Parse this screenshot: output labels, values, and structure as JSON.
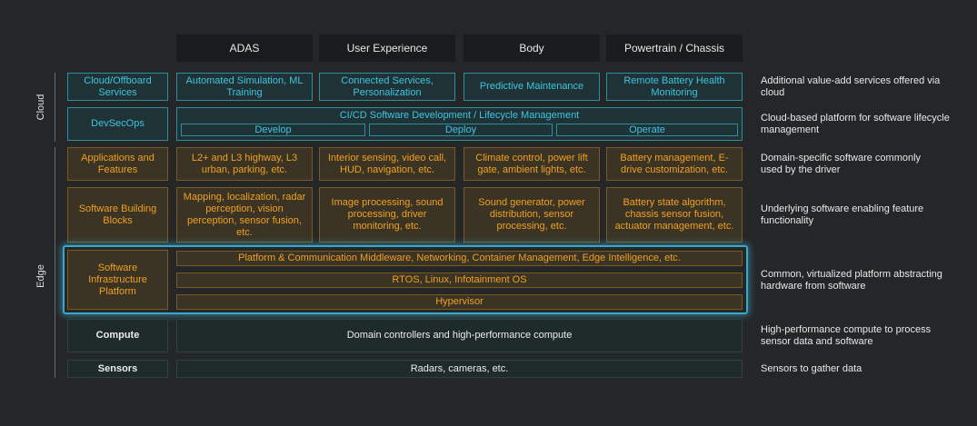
{
  "columns": [
    "ADAS",
    "User Experience",
    "Body",
    "Powertrain / Chassis"
  ],
  "side_labels": {
    "cloud": "Cloud",
    "edge": "Edge"
  },
  "rows": {
    "cloud_services": {
      "label": "Cloud/Offboard Services",
      "cells": [
        "Automated Simulation, ML Training",
        "Connected Services, Personalization",
        "Predictive Maintenance",
        "Remote Battery Health Monitoring"
      ],
      "desc": "Additional value-add services offered via cloud"
    },
    "devsecops": {
      "label": "DevSecOps",
      "main": "CI/CD Software Development / Lifecycle Management",
      "subs": [
        "Develop",
        "Deploy",
        "Operate"
      ],
      "desc": "Cloud-based platform for software lifecycle management"
    },
    "applications": {
      "label": "Applications and Features",
      "cells": [
        "L2+ and L3 highway, L3 urban, parking, etc.",
        "Interior sensing, video call, HUD, navigation, etc.",
        "Climate control, power lift gate, ambient lights, etc.",
        "Battery management, E-drive customization, etc."
      ],
      "desc": "Domain-specific software commonly used by the driver"
    },
    "building_blocks": {
      "label": "Software Building Blocks",
      "cells": [
        "Mapping, localization, radar perception, vision perception, sensor fusion, etc.",
        "Image processing, sound processing, driver monitoring, etc.",
        "Sound generator, power distribution, sensor processing, etc.",
        "Battery state algorithm, chassis sensor fusion, actuator management, etc."
      ],
      "desc": "Underlying software enabling feature functionality"
    },
    "infrastructure": {
      "label": "Software Infrastructure Platform",
      "layers": [
        "Platform & Communication Middleware, Networking, Container Management, Edge Intelligence, etc.",
        "RTOS, Linux, Infotainment OS",
        "Hypervisor"
      ],
      "desc": "Common, virtualized platform abstracting hardware from software"
    },
    "compute": {
      "label": "Compute",
      "main": "Domain controllers and high-performance compute",
      "desc": "High-performance compute to process sensor data and software"
    },
    "sensors": {
      "label": "Sensors",
      "main": "Radars, cameras, etc.",
      "desc": "Sensors to gather data"
    }
  },
  "colors": {
    "background": "#252628",
    "cloud_accent": "#3fc4e0",
    "edge_accent": "#f0a020",
    "highlight": "#3aa8c8"
  }
}
